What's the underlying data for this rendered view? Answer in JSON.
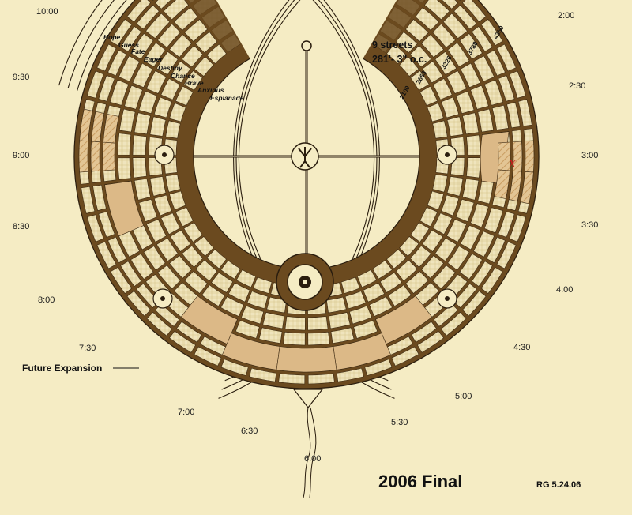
{
  "map": {
    "title": "2006 Final",
    "signature": "RG 5.24.06",
    "expansion_label": "Future Expansion",
    "streets_count_label": "9 streets",
    "street_spacing_label": "281'- 3\" o.c.",
    "camp_marker": "X",
    "clock_times": [
      "2:00",
      "2:30",
      "3:00",
      "3:30",
      "4:00",
      "4:30",
      "5:00",
      "5:30",
      "6:00",
      "6:30",
      "7:00",
      "7:30",
      "8:00",
      "8:30",
      "9:00",
      "9:30",
      "10:00"
    ],
    "street_names": [
      "Hope",
      "Guess",
      "Fate",
      "Eager",
      "Destiny",
      "Chance",
      "Brave",
      "Anxious",
      "Esplanade"
    ],
    "street_distances": [
      "2100",
      "2663",
      "3226",
      "3788",
      "4350"
    ],
    "colors": {
      "background": "#f5ecc4",
      "block_fill": "#e9dcae",
      "plaza_fill": "#dcb987",
      "street_dark": "#6b4a1f",
      "road": "#2a1d0e",
      "marker": "#d01c1c"
    }
  }
}
